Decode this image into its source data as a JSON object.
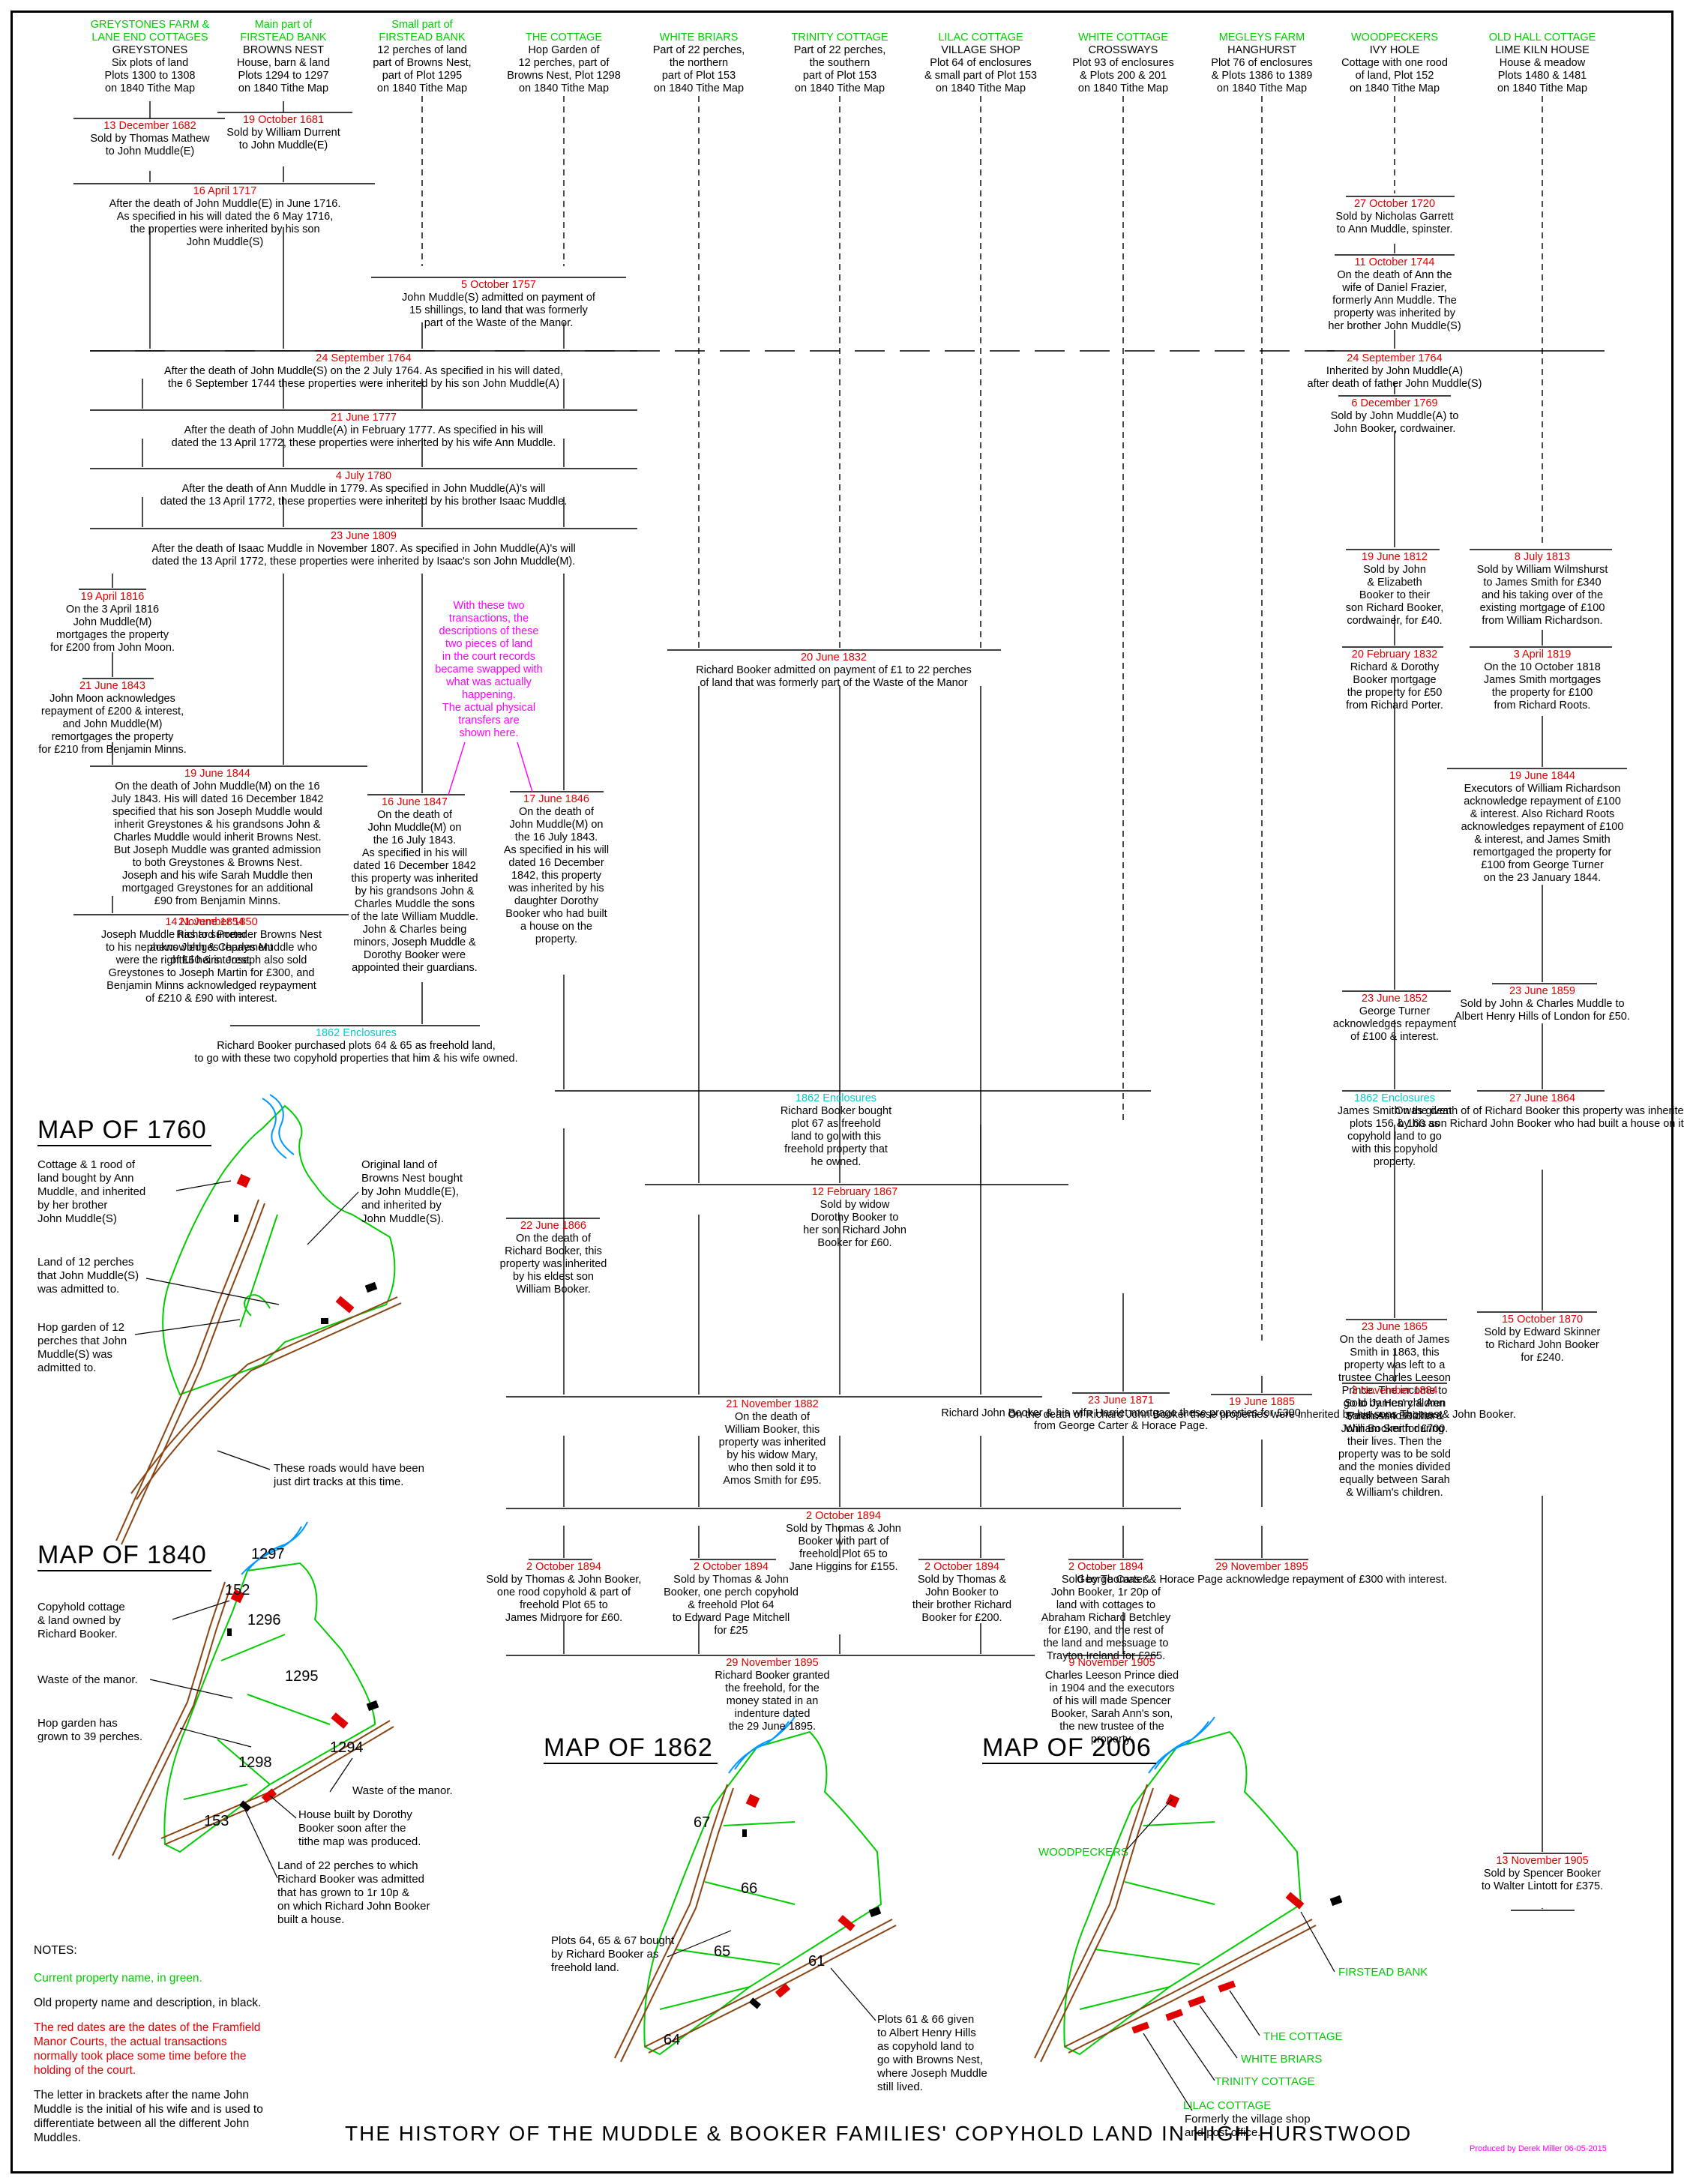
{
  "title": "THE HISTORY OF THE MUDDLE & BOOKER FAMILIES' COPYHOLD LAND IN HIGH HURSTWOOD",
  "credit": "Produced by Derek Miller 06-05-2015",
  "headers": [
    {
      "green": [
        "GREYSTONES FARM &",
        "LANE END COTTAGES"
      ],
      "black": [
        "GREYSTONES",
        "Six plots of land",
        "Plots 1300 to 1308",
        "on 1840 Tithe Map"
      ]
    },
    {
      "green": [
        "Main part of",
        "FIRSTEAD BANK"
      ],
      "black": [
        "BROWNS NEST",
        "House, barn & land",
        "Plots 1294 to 1297",
        "on 1840 Tithe Map"
      ]
    },
    {
      "green": [
        "Small part of",
        "FIRSTEAD BANK"
      ],
      "black": [
        "12 perches of land",
        "part of Browns Nest,",
        "part of Plot 1295",
        "on 1840 Tithe Map"
      ]
    },
    {
      "green": [
        "THE COTTAGE"
      ],
      "black": [
        "Hop Garden of",
        "12 perches, part of",
        "Browns Nest, Plot 1298",
        "on 1840 Tithe Map"
      ]
    },
    {
      "green": [
        "WHITE BRIARS"
      ],
      "black": [
        "Part of 22 perches,",
        "the northern",
        "part of Plot 153",
        "on 1840 Tithe Map"
      ]
    },
    {
      "green": [
        "TRINITY COTTAGE"
      ],
      "black": [
        "Part of 22 perches,",
        "the southern",
        "part of Plot 153",
        "on 1840 Tithe Map"
      ]
    },
    {
      "green": [
        "LILAC COTTAGE"
      ],
      "black": [
        "VILLAGE SHOP",
        "Plot 64 of enclosures",
        "& small part of Plot 153",
        "on 1840 Tithe Map"
      ]
    },
    {
      "green": [
        "WHITE COTTAGE"
      ],
      "black": [
        "CROSSWAYS",
        "Plot 93 of enclosures",
        "& Plots 200 & 201",
        "on 1840 Tithe Map"
      ]
    },
    {
      "green": [
        "MEGLEYS FARM"
      ],
      "black": [
        "HANGHURST",
        "Plot 76 of enclosures",
        "& Plots 1386 to 1389",
        "on 1840 Tithe Map"
      ]
    },
    {
      "green": [
        "WOODPECKERS"
      ],
      "black": [
        "IVY HOLE",
        "Cottage with one rood",
        "of land, Plot 152",
        "on 1840 Tithe Map"
      ]
    },
    {
      "green": [
        "OLD HALL COTTAGE"
      ],
      "black": [
        "LIME KILN HOUSE",
        "House & meadow",
        "Plots 1480 & 1481",
        "on 1840 Tithe Map"
      ]
    }
  ],
  "events": [
    {
      "date": "13 December 1682",
      "text": [
        "Sold by Thomas Mathew",
        "to John Muddle(E)"
      ]
    },
    {
      "date": "19 October 1681",
      "text": [
        "Sold by William Durrent",
        "to John Muddle(E)"
      ]
    },
    {
      "date": "16 April 1717",
      "text": [
        "After the death of John Muddle(E) in June 1716.",
        "As specified in his will dated the 6 May 1716,",
        "the properties were inherited by his son",
        "John Muddle(S)"
      ]
    },
    {
      "date": "5 October 1757",
      "text": [
        "John Muddle(S) admitted on payment of",
        "15 shillings, to land that was formerly",
        "part of the Waste of the Manor."
      ]
    },
    {
      "date": "27 October 1720",
      "text": [
        "Sold by Nicholas Garrett",
        "to Ann Muddle, spinster."
      ]
    },
    {
      "date": "11 October 1744",
      "text": [
        "On the death of Ann the",
        "wife of Daniel Frazier,",
        "formerly Ann Muddle. The",
        "property was inherited by",
        "her brother John Muddle(S)"
      ]
    },
    {
      "date": "24 September 1764",
      "text": [
        "After the death of John Muddle(S) on the 2 July 1764. As specified in his will dated,",
        "the 6 September 1744 these properties were inherited by his son John Muddle(A)"
      ]
    },
    {
      "date": "24 September 1764",
      "text": [
        "Inherited by John Muddle(A)",
        "after death of father John Muddle(S)"
      ]
    },
    {
      "date": "6 December 1769",
      "text": [
        "Sold by John Muddle(A) to",
        "John Booker, cordwainer."
      ]
    },
    {
      "date": "21 June 1777",
      "text": [
        "After the death of John Muddle(A) in February 1777. As specified in his will",
        "dated the 13 April 1772, these properties were inherited by his wife Ann Muddle."
      ]
    },
    {
      "date": "4 July 1780",
      "text": [
        "After the death of Ann Muddle in 1779. As specified in John Muddle(A)'s will",
        "dated the 13 April 1772, these properties were inherited by his brother Isaac Muddle."
      ]
    },
    {
      "date": "23 June 1809",
      "text": [
        "After the death of Isaac Muddle in November 1807. As specified in John Muddle(A)'s will",
        "dated the 13 April 1772, these properties were inherited by Isaac's son John Muddle(M)."
      ]
    },
    {
      "date": "19 June 1812",
      "text": [
        "Sold by John",
        "& Elizabeth",
        "Booker to their",
        "son Richard Booker,",
        "cordwainer, for £40."
      ]
    },
    {
      "date": "8 July 1813",
      "text": [
        "Sold by William Wilmshurst",
        "to James Smith for £340",
        "and his taking over of the",
        "existing mortgage of £100",
        "from William Richardson."
      ]
    },
    {
      "date": "19 April 1816",
      "text": [
        "On the 3 April 1816",
        "John Muddle(M)",
        "mortgages the property",
        "for £200 from John Moon."
      ]
    },
    {
      "date": "20 June 1832",
      "text": [
        "Richard Booker admitted on payment of £1 to 22 perches",
        "of land that was formerly part of the Waste of the Manor"
      ]
    },
    {
      "date": "20 February 1832",
      "text": [
        "Richard & Dorothy",
        "Booker mortgage",
        "the property for £50",
        "from Richard Porter."
      ]
    },
    {
      "date": "3 April 1819",
      "text": [
        "On the 10 October 1818",
        "James Smith mortgages",
        "the property for £100",
        "from Richard Roots."
      ]
    },
    {
      "date": "21 June 1843",
      "text": [
        "John Moon acknowledges",
        "repayment of £200 & interest,",
        "and John Muddle(M)",
        "remortgages the property",
        "for £210 from Benjamin Minns."
      ]
    },
    {
      "date": "19 June 1844",
      "text": [
        "On the death of John Muddle(M) on the 16",
        "July 1843. His will dated 16 December 1842",
        "specified that his son Joseph Muddle would",
        "inherit Greystones & his grandsons John &",
        "Charles Muddle would inherit Browns Nest.",
        "But Joseph Muddle was granted admission",
        "to both Greystones & Browns Nest.",
        "Joseph and his wife Sarah Muddle then",
        "mortgaged Greystones for an additional",
        "£90 from Benjamin Minns."
      ]
    },
    {
      "date": "16 June 1847",
      "text": [
        "On the death of",
        "John Muddle(M) on",
        "the 16 July 1843.",
        "As specified in his will",
        "dated 16 December 1842",
        "this property was inherited",
        "by his grandsons John &",
        "Charles Muddle the sons",
        "of the late William Muddle.",
        "John & Charles being",
        "minors, Joseph Muddle &",
        "Dorothy Booker were",
        "appointed their guardians."
      ]
    },
    {
      "date": "17 June 1846",
      "text": [
        "On the death of",
        "John Muddle(M) on",
        "the 16 July 1843.",
        "As specified in his will",
        "dated 16 December",
        "1842, this property",
        "was inherited by his",
        "daughter Dorothy",
        "Booker who had built",
        "a house on the",
        "property."
      ]
    },
    {
      "date": "19 June 1844",
      "text": [
        "Executors of William Richardson",
        "acknowledge repayment of £100",
        "& interest. Also Richard Roots",
        "acknowledges repayment of £100",
        "& interest, and James Smith",
        "remortgaged the property for",
        "£100 from George Turner",
        "on the 23 January 1844."
      ]
    },
    {
      "date": "14 November 1850",
      "text": [
        "Joseph Muddle has to surrender Browns Nest",
        "to his nephews John & Charles Muddle who",
        "were the rightful heirs. Joseph also sold",
        "Greystones to Joseph Martin for £300, and",
        "Benjamin Minns acknowledged reypayment",
        "of £210 & £90 with interest."
      ]
    },
    {
      "date": "21 June 1854",
      "text": [
        "Richard Porter",
        "acknowledges repayment",
        "of £50 & interest."
      ]
    },
    {
      "date": "23 June 1852",
      "text": [
        "George Turner",
        "acknowledges repayment",
        "of £100 & interest."
      ]
    },
    {
      "date": "23 June 1859",
      "text": [
        "Sold by John & Charles Muddle to",
        "Albert Henry Hills of London for £50."
      ]
    },
    {
      "date": "1862 Enclosures",
      "cyan": true,
      "text": [
        "Richard Booker purchased plots 64 & 65 as freehold land,",
        "to go with these two copyhold properties that him & his wife owned."
      ]
    },
    {
      "date": "1862 Enclosures",
      "cyan": true,
      "text": [
        "Richard Booker bought",
        "plot 67 as freehold",
        "land to go with this",
        "freehold property that",
        "he owned."
      ]
    },
    {
      "date": "1862 Enclosures",
      "cyan": true,
      "text": [
        "James Smith was given",
        "plots 156 & 160 as",
        "copyhold land to go",
        "with this copyhold",
        "property."
      ]
    },
    {
      "date": "27 June 1864",
      "text": [
        "On the death of of Richard Booker this property was inherited",
        "by his son Richard John Booker who had built a house on it."
      ]
    },
    {
      "date": "12 February 1867",
      "text": [
        "Sold by widow",
        "Dorothy Booker to",
        "her son Richard John",
        "Booker for £60."
      ]
    },
    {
      "date": "22 June 1866",
      "text": [
        "On the death of",
        "Richard Booker, this",
        "property was inherited",
        "by his eldest son",
        "William Booker."
      ]
    },
    {
      "date": "23 June 1865",
      "text": [
        "On the death of James",
        "Smith in 1863, this",
        "property was left to a",
        "trustee Charles Leeson",
        "Prince. The income to",
        "go to James' children",
        "Sarah Ann Booker &",
        "William Smith during",
        "their lives. Then the",
        "property was to be sold",
        "and the monies divided",
        "equally between Sarah",
        "& William's children."
      ]
    },
    {
      "date": "15 October 1870",
      "text": [
        "Sold by Edward Skinner",
        "to Richard John Booker",
        "for £240."
      ]
    },
    {
      "date": "23 June 1871",
      "text": [
        "Richard John Booker & his wife Harriet mortgage these properties for £300",
        "from George Carter & Horace Page."
      ]
    },
    {
      "date": "21 November 1882",
      "text": [
        "On the death of",
        "William Booker, this",
        "property was inherited",
        "by his widow Mary,",
        "who then sold it to",
        "Amos Smith for £95."
      ]
    },
    {
      "date": "3 November 1884",
      "text": [
        "Sold by Henry & Ann",
        "Peerless to Richard",
        "John Booker for £700."
      ]
    },
    {
      "date": "19 June 1885",
      "text": [
        "On the death of Richard John Booker these properties were inherited by his sons Thomas & John Booker."
      ]
    },
    {
      "date": "2 October 1894",
      "text": [
        "Sold by Thomas & John",
        "Booker with part of",
        "freehold Plot 65 to",
        "Jane Higgins for £155."
      ]
    },
    {
      "date": "2 October 1894",
      "text": [
        "Sold by Thomas & John Booker,",
        "one rood copyhold & part of",
        "freehold Plot 65 to",
        "James Midmore for £60."
      ]
    },
    {
      "date": "2 October 1894",
      "text": [
        "Sold by Thomas & John",
        "Booker, one perch copyhold",
        "& freehold Plot 64",
        "to Edward Page Mitchell",
        "for £25"
      ]
    },
    {
      "date": "2 October 1894",
      "text": [
        "Sold by Thomas &",
        "John Booker to",
        "their brother Richard",
        "Booker for £200."
      ]
    },
    {
      "date": "2 October 1894",
      "text": [
        "Sold by Thomas &",
        "John Booker, 1r 20p of",
        "land with cottages to",
        "Abraham Richard Betchley",
        "for £190, and the rest of",
        "the land and messuage to",
        "Trayton Ireland for £265."
      ]
    },
    {
      "date": "29 November 1895",
      "text": [
        "George Carter & Horace Page acknowledge repayment of £300 with interest."
      ]
    },
    {
      "date": "29 November 1895",
      "text": [
        "Richard Booker granted",
        "the freehold, for the",
        "money stated in an",
        "indenture dated",
        "the 29 June 1895."
      ]
    },
    {
      "date": "9 November 1905",
      "text": [
        "Charles Leeson Prince died",
        "in 1904 and the executors",
        "of his will made Spencer",
        "Booker, Sarah Ann's son,",
        "the new trustee of the",
        "property."
      ]
    },
    {
      "date": "13 November 1905",
      "text": [
        "Sold by Spencer Booker",
        "to Walter Lintott for £375."
      ]
    }
  ],
  "pink_note": [
    "With these two",
    "transactions, the",
    "descriptions of these",
    "two pieces of land",
    "in the court records",
    "became swapped with",
    "what was actually",
    "happening.",
    "The actual physical",
    "transfers are",
    "shown here."
  ],
  "maps": {
    "m1760": {
      "title": "MAP OF 1760",
      "labels": [
        [
          "Cottage & 1 rood of",
          "land bought by Ann",
          "Muddle, and inherited",
          "by her brother",
          "John Muddle(S)"
        ],
        [
          "Original land of",
          "Browns Nest bought",
          "by John Muddle(E),",
          "and inherited by",
          "John Muddle(S)."
        ],
        [
          "Land of 12 perches",
          "that John Muddle(S)",
          "was admitted to."
        ],
        [
          "Hop garden of 12",
          "perches that John",
          "Muddle(S) was",
          "admitted to."
        ],
        [
          "These roads would have been",
          "just dirt tracks at this time."
        ]
      ]
    },
    "m1840": {
      "title": "MAP OF 1840",
      "plots": [
        "1297",
        "152",
        "1296",
        "1295",
        "1294",
        "1298",
        "153"
      ],
      "labels": [
        [
          "Copyhold cottage",
          "& land owned by",
          "Richard Booker."
        ],
        [
          "Waste of the manor."
        ],
        [
          "Hop garden has",
          "grown to 39 perches."
        ],
        [
          "Waste of the manor."
        ],
        [
          "House built by Dorothy",
          "Booker soon after the",
          "tithe map was produced."
        ],
        [
          "Land of 22 perches to which",
          "Richard Booker was admitted",
          "that has grown to 1r 10p &",
          "on which Richard John Booker",
          "built a house."
        ]
      ]
    },
    "m1862": {
      "title": "MAP OF 1862",
      "plots": [
        "67",
        "66",
        "65",
        "61",
        "64"
      ],
      "labels": [
        [
          "Plots 64, 65 & 67 bought",
          "by Richard Booker as",
          "freehold land."
        ],
        [
          "Plots 61 & 66 given",
          "to Albert Henry Hills",
          "as copyhold land to",
          "go with Browns Nest,",
          "where Joseph Muddle",
          "still lived."
        ]
      ]
    },
    "m2006": {
      "title": "MAP OF 2006",
      "green_labels": [
        "WOODPECKERS",
        "FIRSTEAD BANK",
        "THE COTTAGE",
        "WHITE BRIARS",
        "TRINITY COTTAGE",
        "LILAC COTTAGE"
      ],
      "labels": [
        [
          "Formerly the village shop",
          "and post office."
        ]
      ]
    }
  },
  "notes": {
    "heading": "NOTES:",
    "green": "Current property name, in green.",
    "black": "Old property name and description, in black.",
    "red": "The red dates are the dates of the Framfield Manor Courts, the actual transactions normally took place some time before the holding of the court.",
    "letter": "The letter in brackets after the name John Muddle is the initial of his wife and is used to differentiate between all the different John Muddles."
  },
  "colors": {
    "date": "#e00000",
    "current_name": "#00cc00",
    "enclosure": "#00cccc",
    "note": "#ff00ff",
    "plot_line": "#00cc00",
    "road": "#8b4513",
    "river": "#0099ff",
    "building": "#e00000"
  }
}
